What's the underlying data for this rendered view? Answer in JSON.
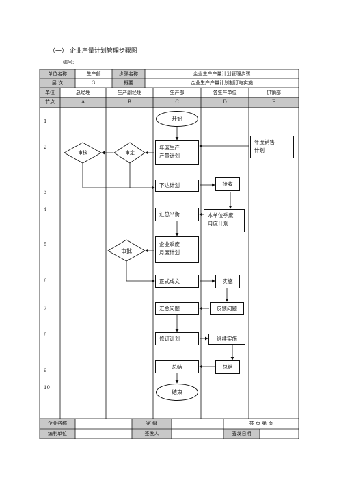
{
  "header": {
    "title": "（一）   企业产量计划管理步骤图",
    "number_label": "编号:"
  },
  "info_table": {
    "row1": {
      "unit_label": "单位名称",
      "unit_value": "生产部",
      "step_label": "步骤名称",
      "step_value": "企业生产产量计划管理步骤"
    },
    "row2": {
      "level_label": "层    次",
      "level_value": "3",
      "summary_label": "概要",
      "summary_value": "企业生产产量计划制订与实施"
    }
  },
  "lanes": {
    "unit_label": "单位",
    "node_label": "节点",
    "names": [
      "总经理",
      "生产副经理",
      "生产部",
      "各生产单位",
      "供销部"
    ],
    "codes": [
      "A",
      "B",
      "C",
      "D",
      "E"
    ]
  },
  "row_numbers": [
    "1",
    "2",
    "3",
    "4",
    "5",
    "6",
    "7",
    "8",
    "9",
    "10"
  ],
  "flow": {
    "start": "开始",
    "annual_plan": [
      "年度生产",
      "产量计划"
    ],
    "sales_plan": [
      "年度销售",
      "计划"
    ],
    "review_a": "审核",
    "review_b": "审定",
    "issue_plan": "下达计划",
    "receive": "接收",
    "summary_balance": "汇总平衡",
    "unit_plan": [
      "本单位季度",
      "月度计划"
    ],
    "approve": "审批",
    "company_plan": [
      "企业季度",
      "月度计划"
    ],
    "formal": "正式成文",
    "implement": "实施",
    "summary_issue": "汇总问题",
    "feedback": "反馈问题",
    "revise": "修订计划",
    "continue": "继续实施",
    "conclude_c": "总结",
    "conclude_d": "总结",
    "end": "结束"
  },
  "footer": {
    "company_label": "企业名称",
    "secret_label": "密    级",
    "pages_text": "共    页    第    页",
    "prepare_label": "编制单位",
    "issuer_label": "签发人",
    "date_label": "签发日期"
  }
}
